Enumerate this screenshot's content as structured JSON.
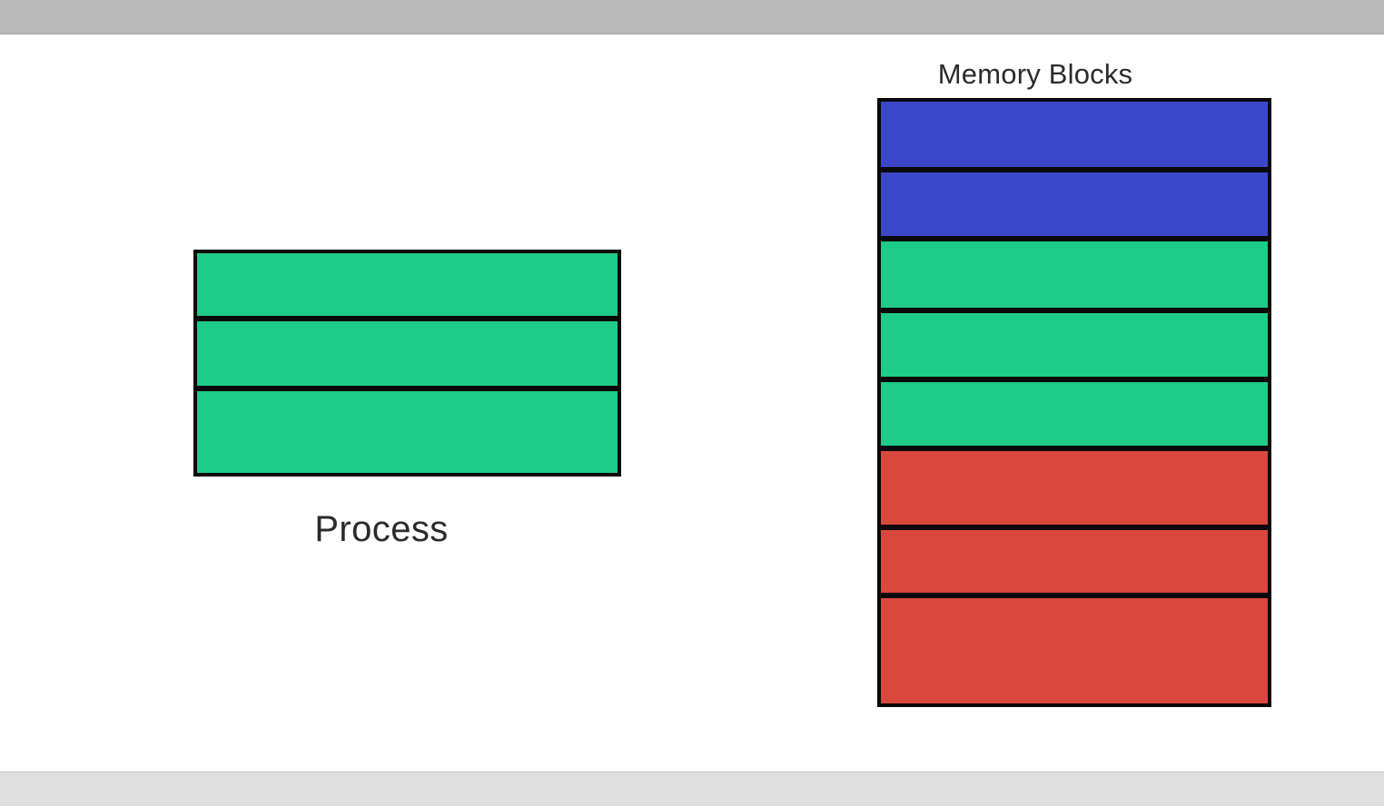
{
  "window": {
    "top_bar_color": "#b9b9b9",
    "bottom_bar_color": "#dedede",
    "canvas_color": "#ffffff"
  },
  "palette": {
    "green": "#1ecb88",
    "blue": "#3c46c9",
    "red": "#d9483c",
    "outline": "#090909",
    "text": "#2b2b2b"
  },
  "diagram": {
    "type": "memory-allocation-diagram",
    "process": {
      "title": "Process",
      "block_count": 3,
      "blocks": [
        {
          "index": 0,
          "color": "#1ecb88",
          "color_name": "green",
          "height": 77
        },
        {
          "index": 1,
          "color": "#1ecb88",
          "color_name": "green",
          "height": 79
        },
        {
          "index": 2,
          "color": "#1ecb88",
          "color_name": "green",
          "height": 98
        }
      ]
    },
    "memory": {
      "title": "Memory Blocks",
      "block_count": 8,
      "blocks": [
        {
          "index": 0,
          "color": "#3c46c9",
          "color_name": "blue",
          "height": 80
        },
        {
          "index": 1,
          "color": "#3c46c9",
          "color_name": "blue",
          "height": 78
        },
        {
          "index": 2,
          "color": "#1ecb88",
          "color_name": "green",
          "height": 81
        },
        {
          "index": 3,
          "color": "#1ecb88",
          "color_name": "green",
          "height": 78
        },
        {
          "index": 4,
          "color": "#1ecb88",
          "color_name": "green",
          "height": 78
        },
        {
          "index": 5,
          "color": "#d9483c",
          "color_name": "red",
          "height": 89
        },
        {
          "index": 6,
          "color": "#d9483c",
          "color_name": "red",
          "height": 77
        },
        {
          "index": 7,
          "color": "#d9483c",
          "color_name": "red",
          "height": 124
        }
      ]
    }
  }
}
